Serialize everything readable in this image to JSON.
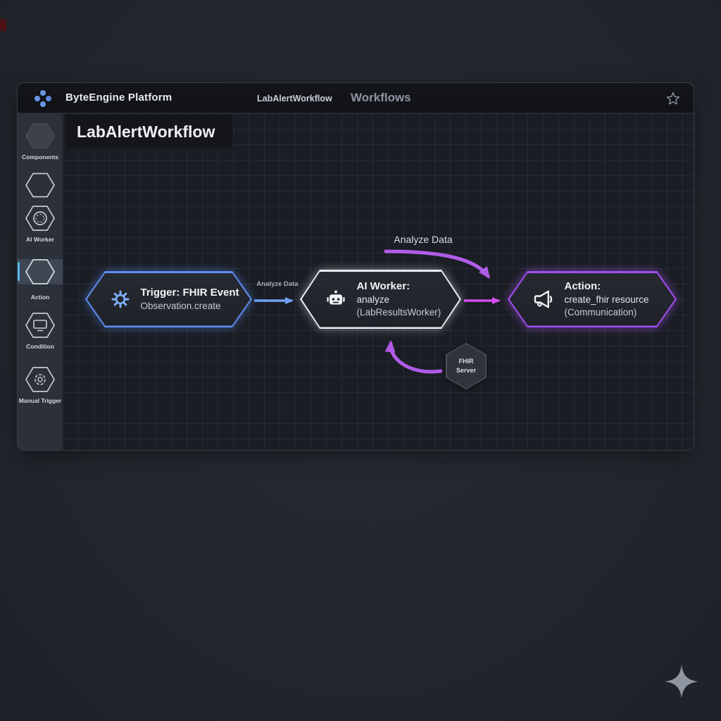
{
  "topbar": {
    "brand": "ByteEngine Platform",
    "nav": [
      {
        "label": "LabAlertWorkflow"
      },
      {
        "label": "Workflows"
      }
    ],
    "star_icon": "star-outline"
  },
  "sidebar": {
    "items": [
      {
        "label": "Components",
        "icon": "hexagon-filled",
        "selected": false
      },
      {
        "label": "",
        "icon": "hexagon-outline",
        "selected": false
      },
      {
        "label": "AI Worker",
        "icon": "hexagon-ring",
        "selected": false
      },
      {
        "label": "Action",
        "icon": "hexagon-outline",
        "selected": true
      },
      {
        "label": "Condition",
        "icon": "hexagon-monitor",
        "selected": false
      },
      {
        "label": "Manual Trigger",
        "icon": "hexagon-gear",
        "selected": false
      }
    ]
  },
  "canvas": {
    "title": "LabAlertWorkflow",
    "nodes": [
      {
        "title": "Trigger: FHIR Event",
        "lines": [
          "Observation.create"
        ],
        "accent": "#5f8df2",
        "icon": "gear"
      },
      {
        "title": "AI Worker:",
        "lines": [
          "analyze",
          "(LabResultsWorker)"
        ],
        "accent": "#e9ebf0",
        "icon": "robot"
      },
      {
        "title": "Action:",
        "lines": [
          "create_fhir resource",
          "(Communication)"
        ],
        "accent": "#a14df0",
        "icon": "megaphone"
      }
    ],
    "edge_label_small": "Analyze Data",
    "edge_label_curved": "Analyze Data",
    "fhir_server": {
      "line1": "FHIR",
      "line2": "Server"
    },
    "colors": {
      "blue_edge": "#6fa0f5",
      "magenta_edge": "#d24df0",
      "purple_curve": "#b05ce8",
      "canvas_bg": "#1a1d23",
      "sidebar_bg": "#2c3039",
      "selection": "#55b4e8"
    }
  },
  "decor": {
    "sparkle_icon": "four-point-star"
  }
}
